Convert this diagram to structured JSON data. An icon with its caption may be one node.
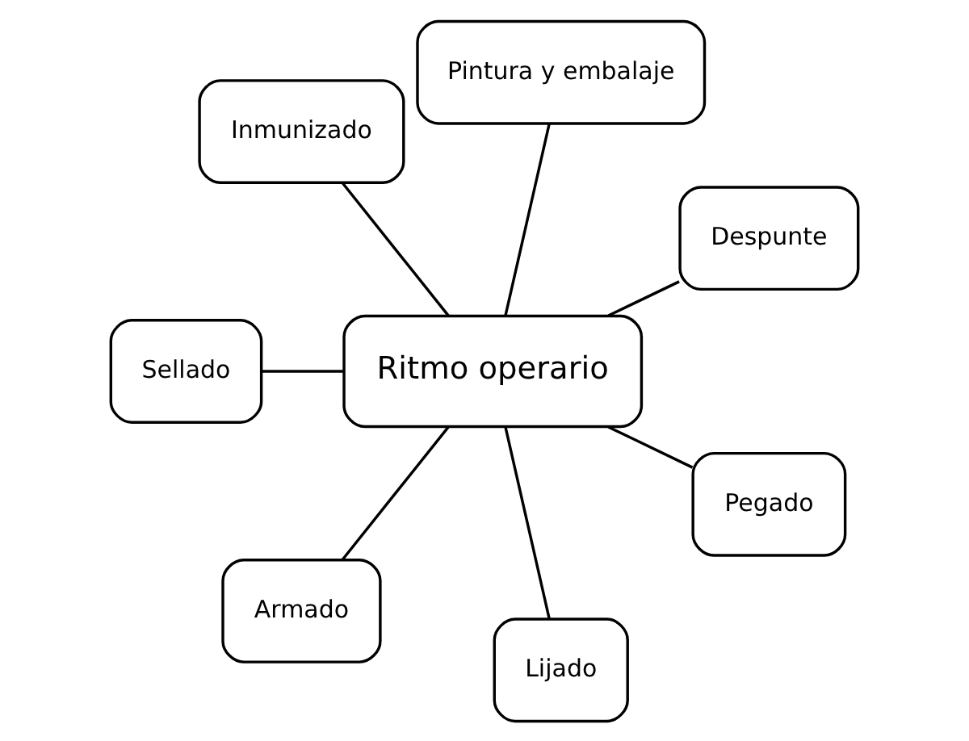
{
  "diagram": {
    "nodes": [
      {
        "text": [
          "Despunte"
        ]
      },
      {
        "text": [
          "Pintura y embalaje"
        ]
      },
      {
        "text": [
          "Inmunizado"
        ]
      },
      {
        "text": [
          "Ritmo operario"
        ]
      },
      {
        "text": [
          "Sellado"
        ]
      },
      {
        "text": [
          "Armado"
        ]
      },
      {
        "text": [
          "Lijado"
        ]
      },
      {
        "text": [
          "Pegado"
        ]
      }
    ],
    "edges": [
      {
        "from": 3,
        "to": 0,
        "arrow": "none"
      },
      {
        "from": 3,
        "to": 2,
        "arrow": "none"
      },
      {
        "from": 3,
        "to": 5,
        "arrow": "none"
      },
      {
        "from": 3,
        "to": 7,
        "arrow": "none"
      },
      {
        "from": 3,
        "to": 6,
        "arrow": "none"
      },
      {
        "from": 3,
        "to": 4,
        "arrow": "none"
      },
      {
        "from": 3,
        "to": 1,
        "arrow": "none"
      }
    ]
  }
}
